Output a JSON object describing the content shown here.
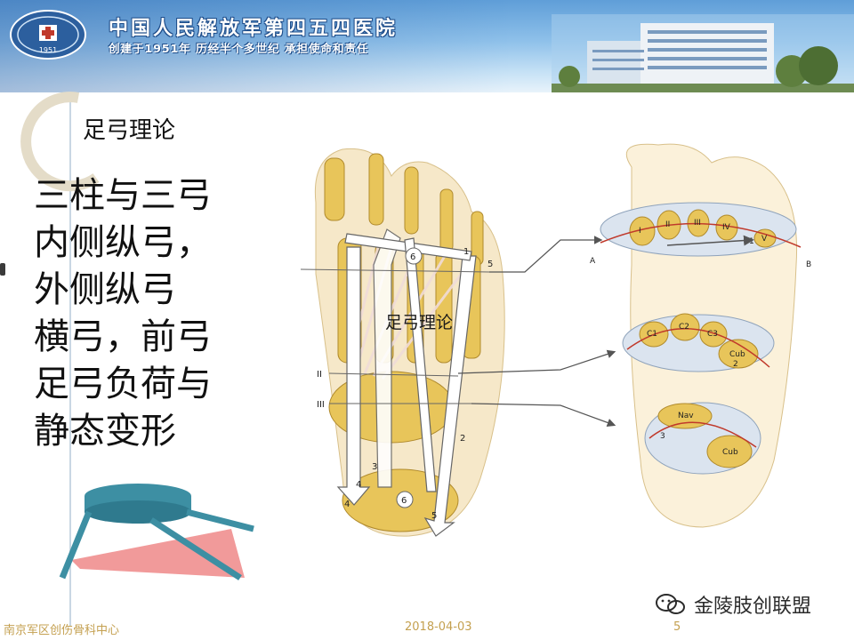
{
  "banner": {
    "title": "中国人民解放军第四五四医院",
    "subtitle": "创建于1951年  历经半个多世纪  承担使命和责任",
    "logo_text": "1951"
  },
  "slide": {
    "section_title": "足弓理论",
    "body_lines": [
      "三柱与三弓",
      "内侧纵弓，",
      "外侧纵弓",
      "横弓，前弓",
      "足弓负荷与",
      "静态变形"
    ],
    "overlay_label": "足弓理论"
  },
  "figure": {
    "left_numbers": [
      "6",
      "1",
      "5",
      "4",
      "3",
      "2",
      "4",
      "6",
      "5"
    ],
    "roman": [
      "I",
      "II",
      "III"
    ],
    "sole_labels": [
      "I",
      "II",
      "III",
      "IV",
      "V"
    ],
    "ab": [
      "A",
      "B"
    ],
    "transverse": [
      "C1",
      "C2",
      "C3",
      "Cub",
      "2"
    ],
    "medial": [
      "Nav",
      "Cub",
      "3"
    ],
    "front_arrow_num": "1"
  },
  "footer": {
    "left": "南京军区创伤骨科中心",
    "date": "2018-04-03",
    "page": "5"
  },
  "watermark": {
    "text": "金陵肢创联盟",
    "icon": "wechat-icon"
  },
  "colors": {
    "banner": "#6aa6dc",
    "bone": "#e8c55a",
    "footer": "#c4a050",
    "red_line": "#c0392b"
  }
}
